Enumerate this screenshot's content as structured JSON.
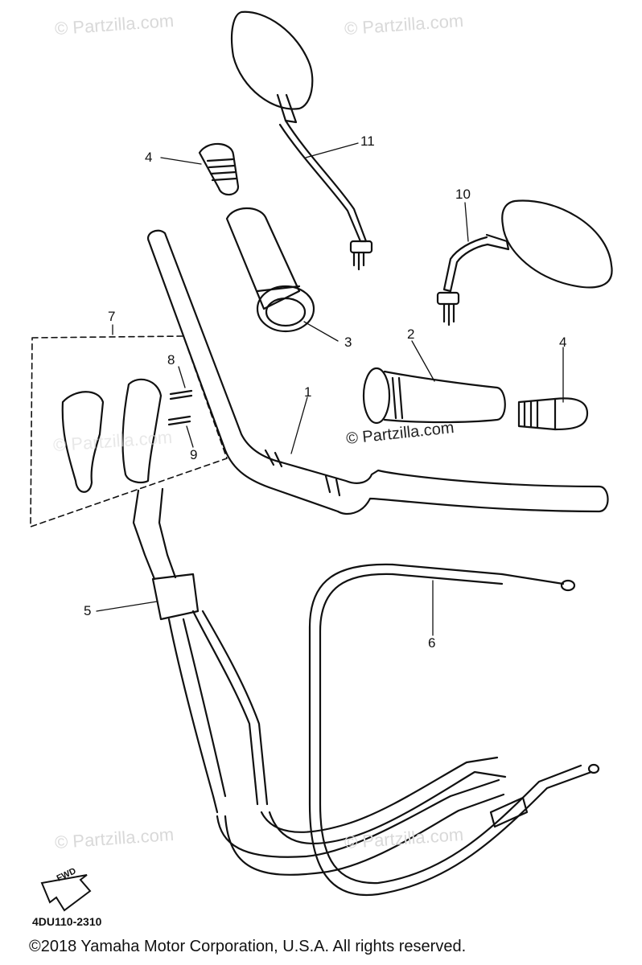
{
  "watermarks": {
    "top_left": "© Partzilla.com",
    "top_right": "© Partzilla.com",
    "center": "© Partzilla.com",
    "mid_left": "© Partzilla.com",
    "bottom_left": "© Partzilla.com",
    "bottom_right": "© Partzilla.com"
  },
  "callouts": {
    "p1": "1",
    "p2": "2",
    "p3": "3",
    "p4a": "4",
    "p4b": "4",
    "p5": "5",
    "p6": "6",
    "p7": "7",
    "p8": "8",
    "p9": "9",
    "p10": "10",
    "p11": "11"
  },
  "fwd_label": "FWD",
  "part_code": "4DU110-2310",
  "copyright": "©2018  Yamaha Motor Corporation, U.S.A. All rights reserved."
}
